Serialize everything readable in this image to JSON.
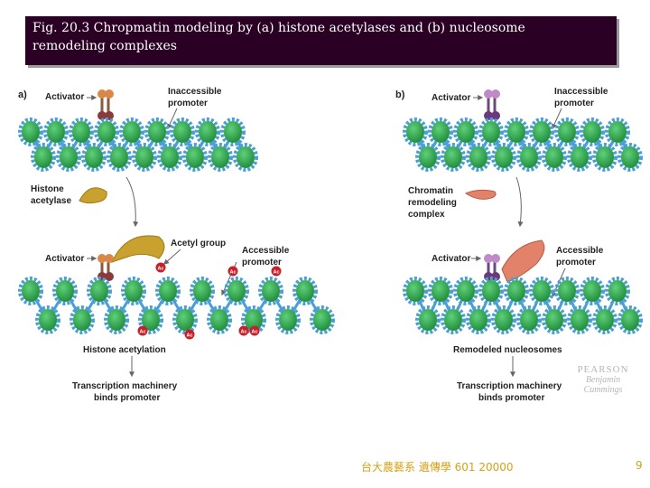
{
  "title": {
    "line1": "Fig. 20.3  Chropmatin modeling by (a) histone acetylases and (b) nucleosome",
    "line2": "remodeling complexes"
  },
  "panel_a": {
    "letter": "a)",
    "activator": "Activator",
    "inaccessible_1": "Inaccessible",
    "inaccessible_2": "promoter",
    "enzyme_1": "Histone",
    "enzyme_2": "acetylase",
    "activator_2": "Activator",
    "acetyl_group": "Acetyl group",
    "accessible_1": "Accessible",
    "accessible_2": "promoter",
    "result": "Histone acetylation",
    "transcription_1": "Transcription machinery",
    "transcription_2": "binds promoter",
    "acetyl_mark": "Ac"
  },
  "panel_b": {
    "letter": "b)",
    "activator": "Activator",
    "inaccessible_1": "Inaccessible",
    "inaccessible_2": "promoter",
    "complex_1": "Chromatin",
    "complex_2": "remodeling",
    "complex_3": "complex",
    "activator_2": "Activator",
    "accessible_1": "Accessible",
    "accessible_2": "promoter",
    "result": "Remodeled nucleosomes",
    "transcription_1": "Transcription machinery",
    "transcription_2": "binds promoter"
  },
  "logo": {
    "name": "PEARSON",
    "line1": "Benjamin",
    "line2": "Cummings"
  },
  "footer": "台大農藝系 遺傳學 601 20000",
  "page_number": "9",
  "colors": {
    "title_bg": "#2a0024",
    "nucleosome": "#2ea84a",
    "dna": "#4a9fd4",
    "histone_acetylase": "#c9a12f",
    "remodeling_complex": "#e3826a",
    "activator_a": "#b06a4a",
    "activator_b": "#9a6aa8",
    "acetyl_mark": "#c8202a",
    "footer_text": "#d4a017"
  }
}
